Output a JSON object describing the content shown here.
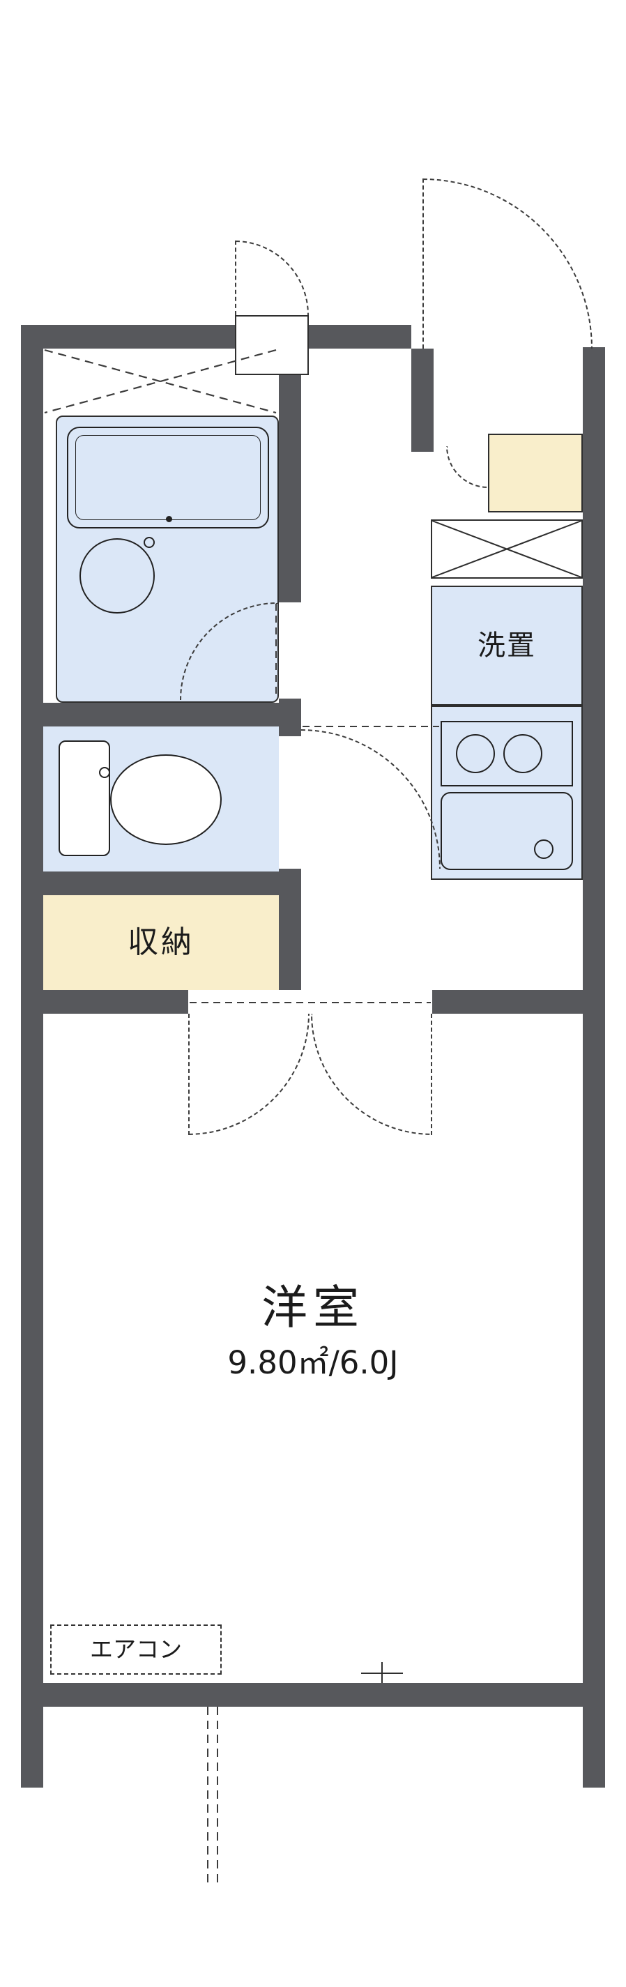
{
  "floorplan": {
    "rooms": {
      "main_room": {
        "label": "洋室",
        "area": "9.80㎡/6.0J"
      },
      "storage": {
        "label": "収納"
      },
      "laundry": {
        "label": "洗置"
      },
      "aircon": {
        "label": "エアコン"
      }
    },
    "colors": {
      "wall": "#57585c",
      "water_fixture_fill": "#dbe7f7",
      "storage_fill": "#f9eecb",
      "line": "#2e2e2e",
      "background": "#ffffff"
    }
  }
}
